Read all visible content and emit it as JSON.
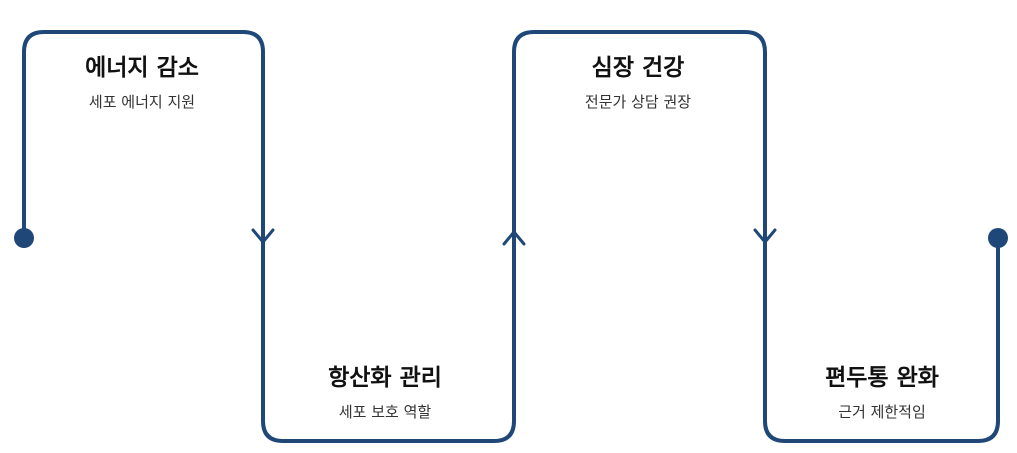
{
  "theme": {
    "line_color": "#1f4878"
  },
  "steps": [
    {
      "title": "에너지 감소",
      "desc": "세포 에너지 지원"
    },
    {
      "title": "항산화 관리",
      "desc": "세포 보호 역할"
    },
    {
      "title": "심장 건강",
      "desc": "전문가 상담 권장"
    },
    {
      "title": "편두통 완화",
      "desc": "근거 제한적임"
    }
  ]
}
